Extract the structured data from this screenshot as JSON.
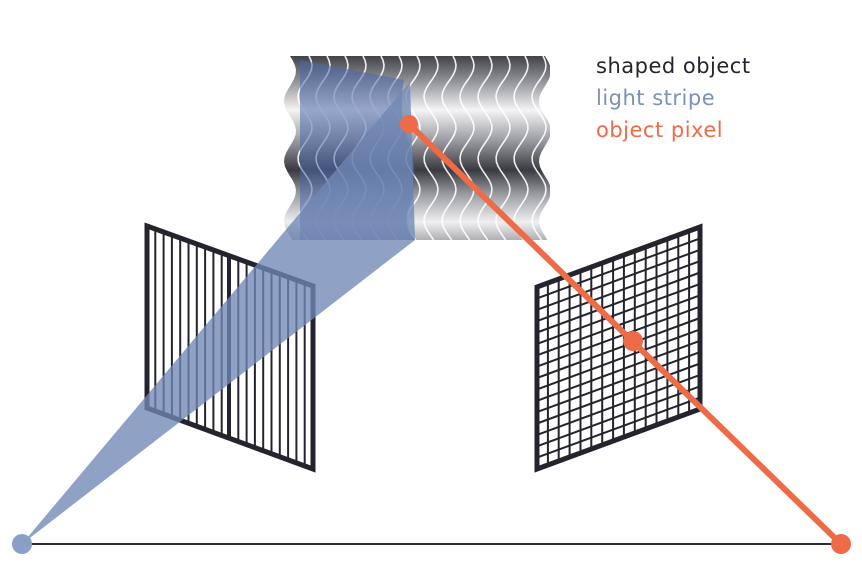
{
  "legend": {
    "shaped_object": "shaped object",
    "light_stripe": "light stripe",
    "object_pixel": "object pixel"
  },
  "colors": {
    "dark": "#24242e",
    "stripe": "#7d90b8",
    "stripe_fill": "#6f86b4",
    "pixel": "#ee6b48",
    "baseline": "#2b2b33",
    "object_dark": "#333438",
    "object_light": "#ffffff"
  }
}
